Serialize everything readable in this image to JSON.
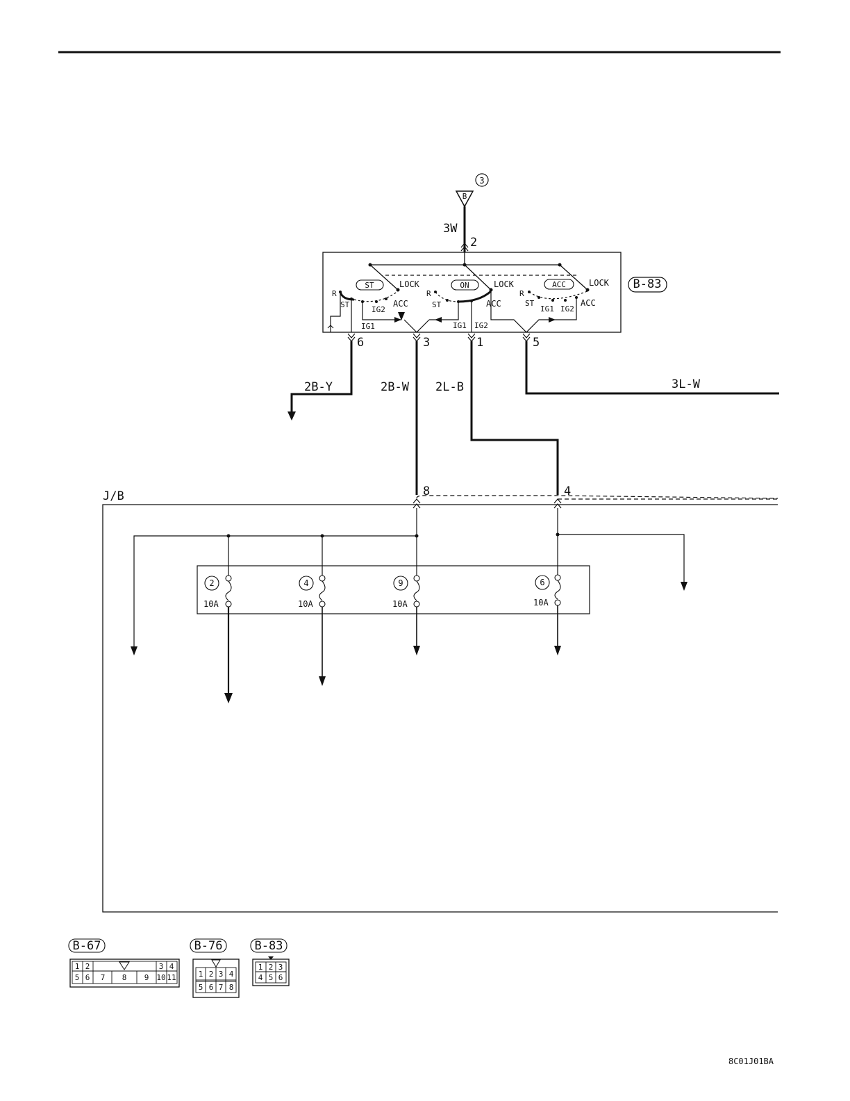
{
  "ground_symbol": {
    "letter": "B",
    "circled_number": "3"
  },
  "wires": {
    "top": "3W",
    "left_out": "2B-Y",
    "mid1": "2B-W",
    "mid2": "2L-B",
    "right": "3L-W"
  },
  "ignition_switch": {
    "connector_id": "B-83",
    "pins": {
      "top": "2",
      "p6": "6",
      "p3": "3",
      "p1": "1",
      "p5": "5"
    },
    "sections": [
      {
        "badge": "ST",
        "lock": "LOCK",
        "acc": "ACC",
        "ig2": "IG2",
        "ig1": "IG1",
        "r": "R",
        "st": "ST"
      },
      {
        "badge": "ON",
        "lock": "LOCK",
        "acc": "ACC",
        "ig2": "IG2",
        "ig1": "IG1",
        "r": "R",
        "st": "ST"
      },
      {
        "badge": "ACC",
        "lock": "LOCK",
        "acc": "ACC",
        "ig2": "IG2",
        "ig1": "IG1",
        "r": "R",
        "st": "ST"
      }
    ]
  },
  "junction_block": {
    "label": "J/B",
    "pins": {
      "p8": "8",
      "p4": "4"
    },
    "fuses": [
      {
        "number": "2",
        "rating": "10A"
      },
      {
        "number": "4",
        "rating": "10A"
      },
      {
        "number": "9",
        "rating": "10A"
      },
      {
        "number": "6",
        "rating": "10A"
      }
    ]
  },
  "connectors": [
    {
      "id": "B-67",
      "row1": [
        "1",
        "2",
        "3",
        "4"
      ],
      "row2": [
        "5",
        "6",
        "7",
        "8",
        "9",
        "10",
        "11"
      ]
    },
    {
      "id": "B-76",
      "row1": [
        "1",
        "2",
        "3",
        "4"
      ],
      "row2": [
        "5",
        "6",
        "7",
        "8"
      ]
    },
    {
      "id": "B-83",
      "row1": [
        "1",
        "2",
        "3"
      ],
      "row2": [
        "4",
        "5",
        "6"
      ]
    }
  ],
  "figure_code": "8C01J01BA"
}
